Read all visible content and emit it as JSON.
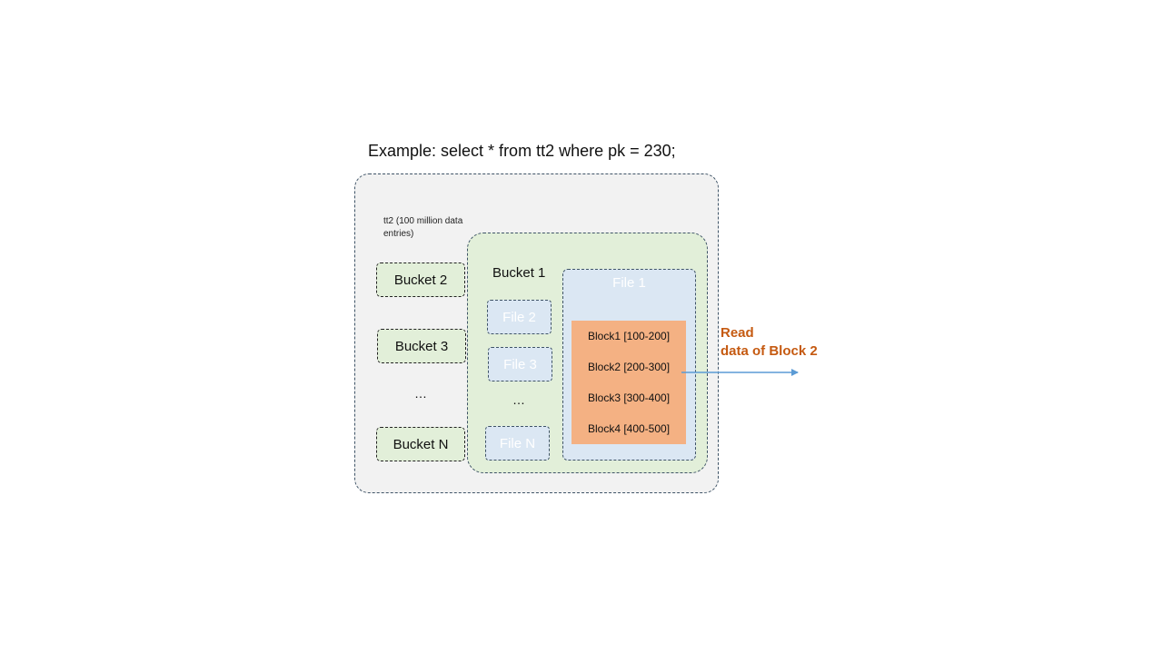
{
  "title": "Example: select * from tt2 where pk = 230;",
  "table_label": "tt2 (100 million  data entries)",
  "buckets": {
    "bucket2": "Bucket 2",
    "bucket3": "Bucket 3",
    "ellipsis": "…",
    "bucketN": "Bucket N"
  },
  "bucket1": {
    "label": "Bucket 1",
    "files": {
      "file2": "File 2",
      "file3": "File 3",
      "ellipsis": "…",
      "fileN": "File  N"
    },
    "file1": {
      "label": "File 1",
      "blocks": [
        "Block1 [100-200]",
        "Block2 [200-300]",
        "Block3 [300-400]",
        "Block4 [400-500]"
      ]
    }
  },
  "read_label": {
    "line1": "Read",
    "line2": "data of Block 2"
  },
  "colors": {
    "table_bg": "#f2f2f2",
    "bucket_bg": "#e2efd9",
    "file_bg": "#dbe7f3",
    "block_bg": "#f4b183",
    "read_text": "#c55a11",
    "arrow": "#5b9bd5"
  }
}
